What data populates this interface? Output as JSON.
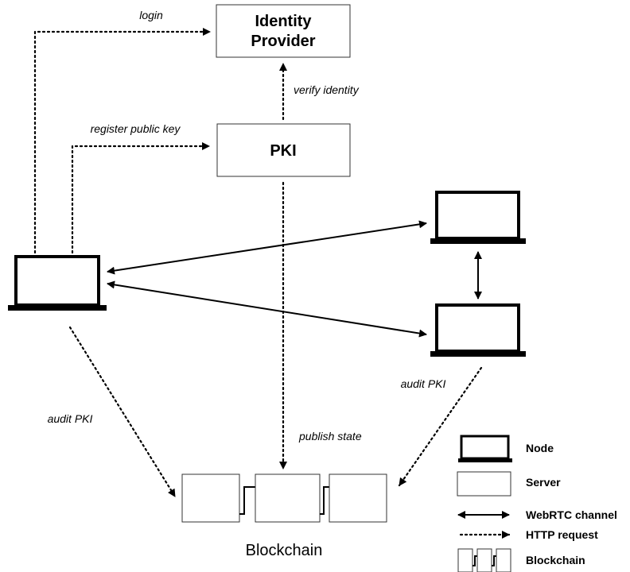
{
  "servers": {
    "identity_provider": {
      "line1": "Identity",
      "line2": "Provider"
    },
    "pki": {
      "label": "PKI"
    }
  },
  "edges": {
    "login": "login",
    "verify_identity": "verify identity",
    "register_public_key": "register public key",
    "audit_pki_left": "audit PKI",
    "audit_pki_right": "audit PKI",
    "publish_state": "publish state"
  },
  "blockchain": {
    "label": "Blockchain"
  },
  "legend": {
    "node": "Node",
    "server": "Server",
    "webrtc": "WebRTC channel",
    "http": "HTTP request",
    "blockchain": "Blockchain"
  },
  "colors": {
    "stroke": "#000000",
    "server_border": "#333333",
    "background": "#ffffff"
  }
}
